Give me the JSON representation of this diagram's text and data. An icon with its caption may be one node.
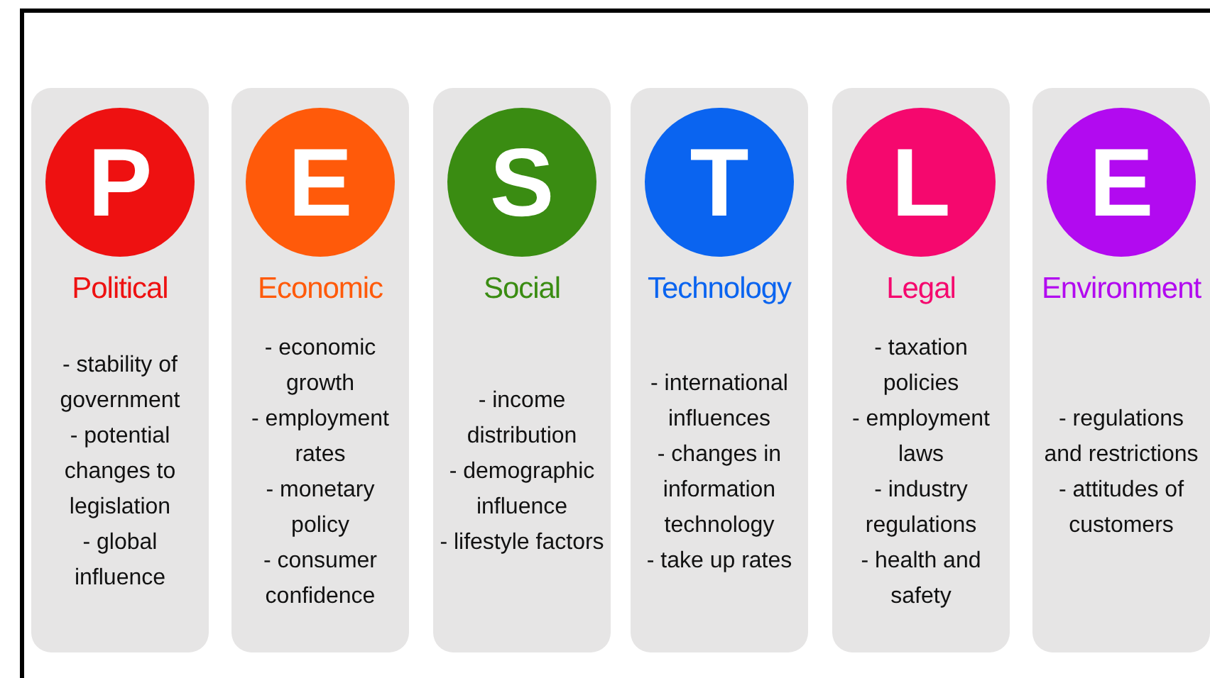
{
  "diagram": {
    "nodes": [
      {
        "text": [
          "Political",
          "- stability of government",
          "- potential changes to legislation",
          "- global influence"
        ]
      },
      {
        "text": [
          "P"
        ],
        "in": 0
      },
      {
        "text": [
          "Economic",
          "- economic growth",
          "- employment rates",
          "- monetary policy",
          "- consumer confidence"
        ]
      },
      {
        "text": [
          "E"
        ],
        "in": 2
      },
      {
        "text": [
          "Social",
          "- income distribution",
          "- demographic influence",
          "- lifestyle factors"
        ]
      },
      {
        "text": [
          "S"
        ],
        "in": 4
      },
      {
        "text": [
          "Technology",
          "- international influences",
          "- changes in information technology",
          "- take up rates"
        ]
      },
      {
        "text": [
          "T"
        ],
        "in": 6
      },
      {
        "text": [
          "Legal",
          "- taxation policies",
          "- employment laws",
          "- industry regulations",
          "- health and safety"
        ]
      },
      {
        "text": [
          "L"
        ],
        "in": 8
      },
      {
        "text": [
          "Environment",
          "- regulations and restrictions",
          "- attitudes of customers"
        ]
      },
      {
        "text": [
          "E"
        ],
        "in": 10
      }
    ]
  }
}
